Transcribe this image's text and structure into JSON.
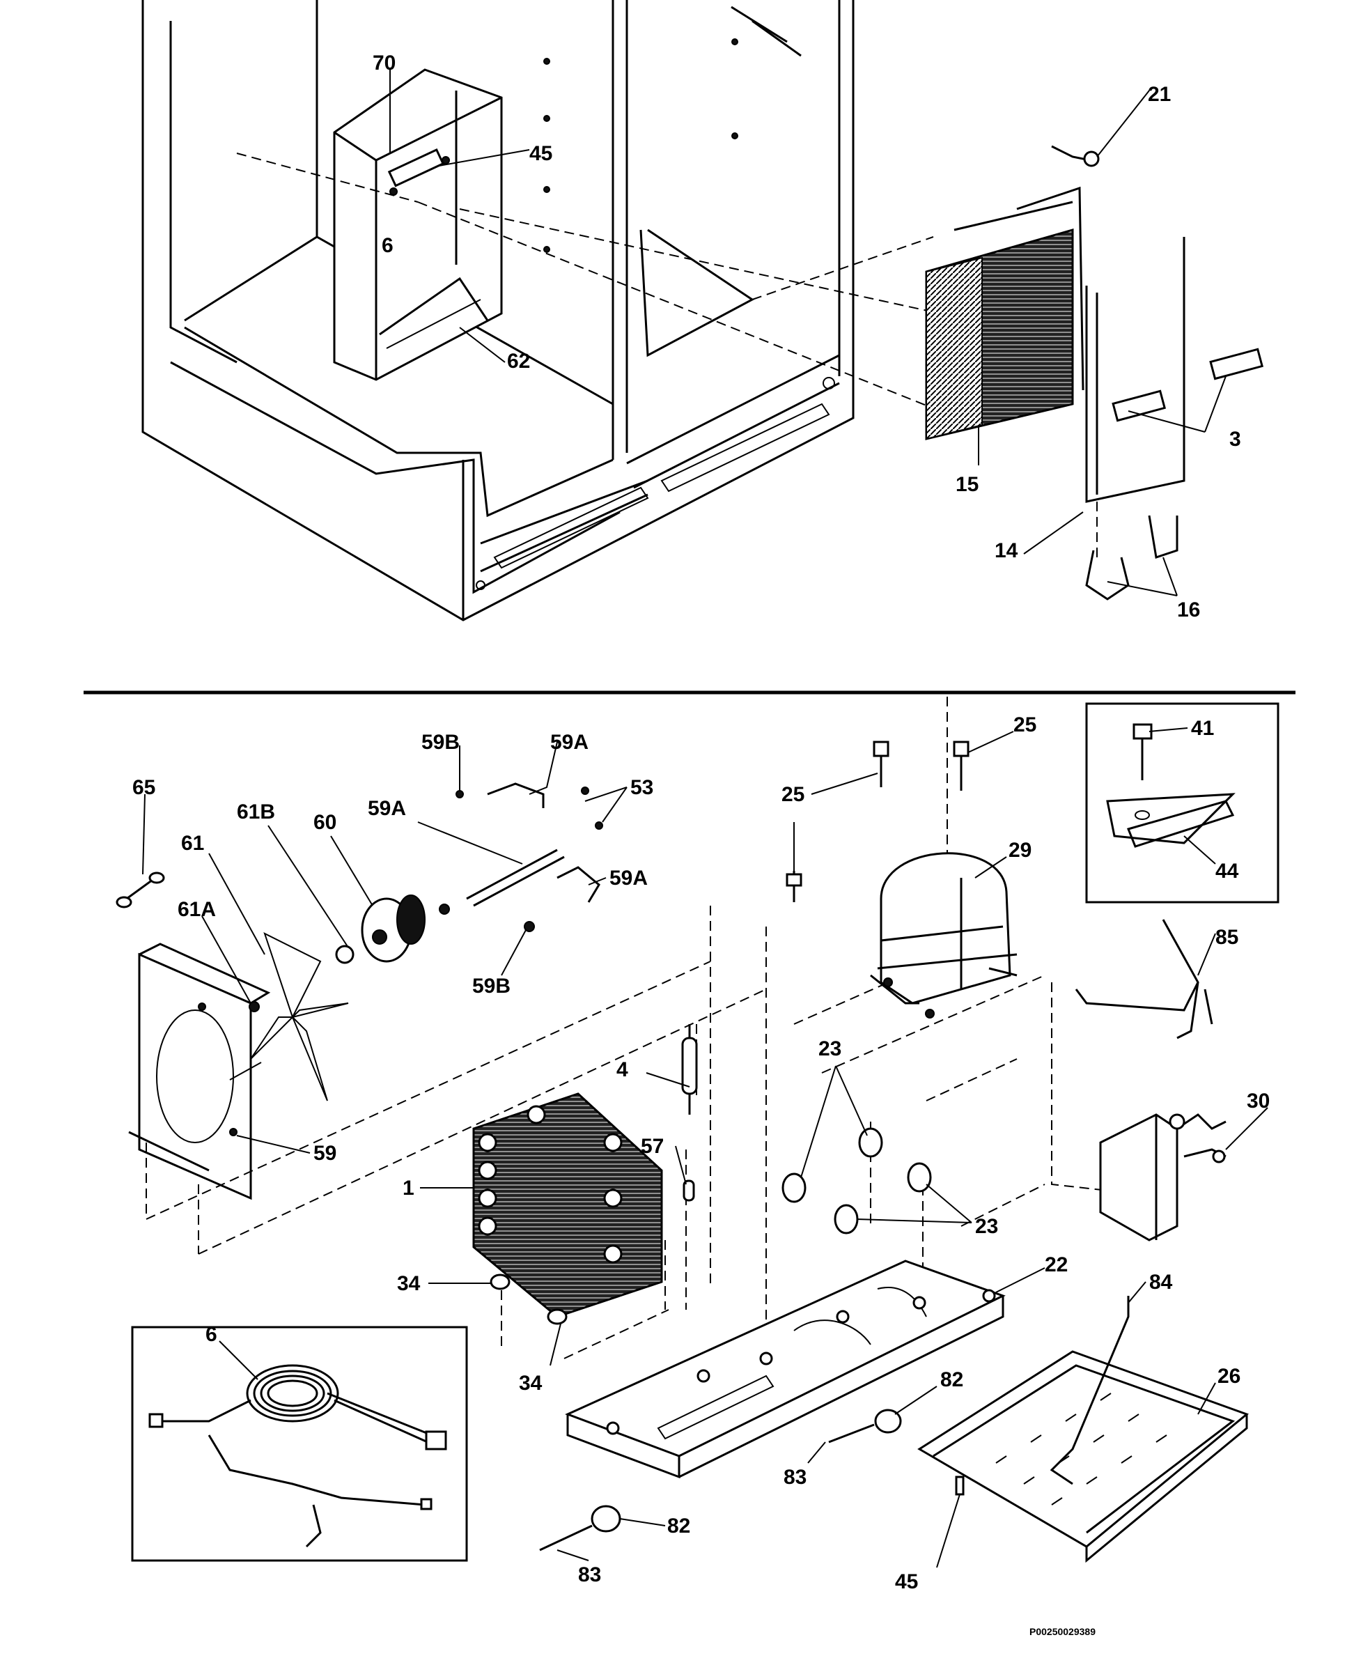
{
  "diagram": {
    "labels": {
      "l70": "70",
      "l45a": "45",
      "l6a": "6",
      "l62": "62",
      "l21": "21",
      "l15": "15",
      "l3": "3",
      "l14": "14",
      "l16": "16",
      "l65": "65",
      "l61b": "61B",
      "l60": "60",
      "l59a1": "59A",
      "l59b1": "59B",
      "l59a2": "59A",
      "l53": "53",
      "l59a3": "59A",
      "l61": "61",
      "l61a": "61A",
      "l59b2": "59B",
      "l59": "59",
      "l25a": "25",
      "l25b": "25",
      "l29": "29",
      "l41": "41",
      "l44": "44",
      "l85": "85",
      "l4": "4",
      "l23a": "23",
      "l23b": "23",
      "l30": "30",
      "l57": "57",
      "l1": "1",
      "l34a": "34",
      "l34b": "34",
      "l22": "22",
      "l84": "84",
      "l6b": "6",
      "l82a": "82",
      "l26": "26",
      "l83a": "83",
      "l82b": "82",
      "l83b": "83",
      "l45b": "45"
    },
    "reference_code": "P00250029389"
  }
}
